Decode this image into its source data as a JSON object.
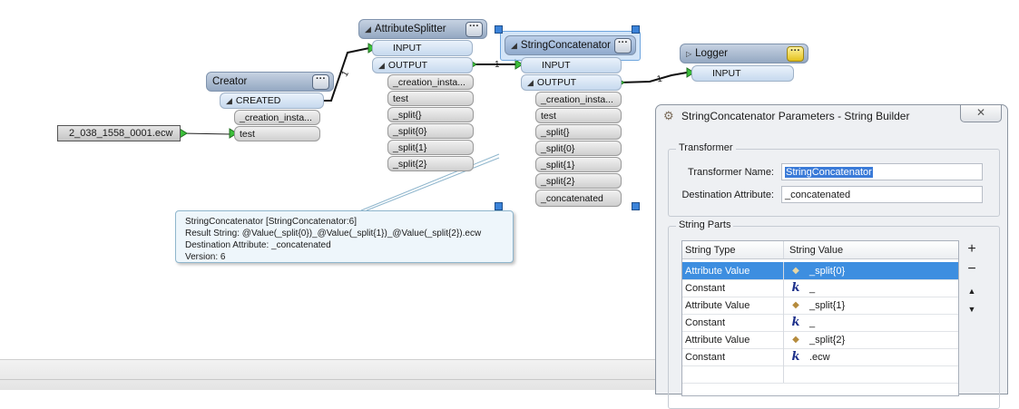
{
  "canvas": {
    "reader": {
      "label": "2_038_1558_0001.ecw",
      "port": "test"
    },
    "creator": {
      "title": "Creator",
      "output_port": "CREATED",
      "attributes": [
        "_creation_insta...",
        "test"
      ]
    },
    "attribute_splitter": {
      "title": "AttributeSplitter",
      "input_port": "INPUT",
      "output_port": "OUTPUT",
      "attributes": [
        "_creation_insta...",
        "test",
        "_split{}",
        "_split{0}",
        "_split{1}",
        "_split{2}"
      ]
    },
    "string_concatenator": {
      "title": "StringConcatenator",
      "input_port": "INPUT",
      "output_port": "OUTPUT",
      "attributes": [
        "_creation_insta...",
        "test",
        "_split{}",
        "_split{0}",
        "_split{1}",
        "_split{2}",
        "_concatenated"
      ]
    },
    "logger": {
      "title": "Logger",
      "input_port": "INPUT"
    },
    "connection_counts": [
      "1",
      "1",
      "1"
    ],
    "tooltip": {
      "lines": [
        "StringConcatenator [StringConcatenator:6]",
        "Result String: @Value(_split{0})_@Value(_split{1})_@Value(_split{2}).ecw",
        "Destination Attribute: _concatenated",
        "Version: 6"
      ]
    }
  },
  "dialog": {
    "title": "StringConcatenator Parameters - String Builder",
    "close_glyph": "✕",
    "transformer_group": "Transformer",
    "transformer_name_label": "Transformer Name:",
    "transformer_name_value": "StringConcatenator",
    "destination_label": "Destination Attribute:",
    "destination_value": "_concatenated",
    "string_parts_group": "String Parts",
    "columns": [
      "String Type",
      "String Value"
    ],
    "rows": [
      {
        "type": "Attribute Value",
        "value": "_split{0}",
        "icon": "attribute-icon",
        "selected": true
      },
      {
        "type": "Constant",
        "value": "_",
        "icon": "constant-icon",
        "selected": false
      },
      {
        "type": "Attribute Value",
        "value": "_split{1}",
        "icon": "attribute-icon",
        "selected": false
      },
      {
        "type": "Constant",
        "value": "_",
        "icon": "constant-icon",
        "selected": false
      },
      {
        "type": "Attribute Value",
        "value": "_split{2}",
        "icon": "attribute-icon",
        "selected": false
      },
      {
        "type": "Constant",
        "value": ".ecw",
        "icon": "constant-icon",
        "selected": false
      }
    ],
    "side_buttons": [
      "+",
      "−",
      "▲",
      "▼"
    ]
  }
}
